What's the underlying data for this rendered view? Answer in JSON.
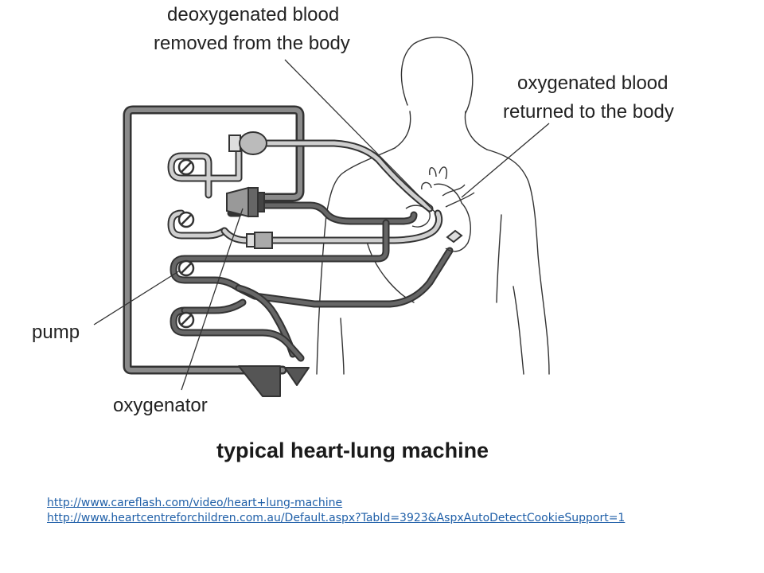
{
  "diagram": {
    "labels": {
      "deoxygenated_line1": "deoxygenated blood",
      "deoxygenated_line2": "removed from the body",
      "oxygenated_line1": "oxygenated blood",
      "oxygenated_line2": "returned to the body",
      "pump": "pump",
      "oxygenator": "oxygenator"
    },
    "caption": "typical heart-lung machine"
  },
  "links": [
    {
      "text": "http://www.careflash.com/video/heart+lung-machine",
      "href": "http://www.careflash.com/video/heart+lung-machine"
    },
    {
      "text": "http://www.heartcentreforchildren.com.au/Default.aspx?TabId=3923&AspxAutoDetectCookieSupport=1",
      "href": "http://www.heartcentreforchildren.com.au/Default.aspx?TabId=3923&AspxAutoDetectCookieSupport=1"
    }
  ]
}
